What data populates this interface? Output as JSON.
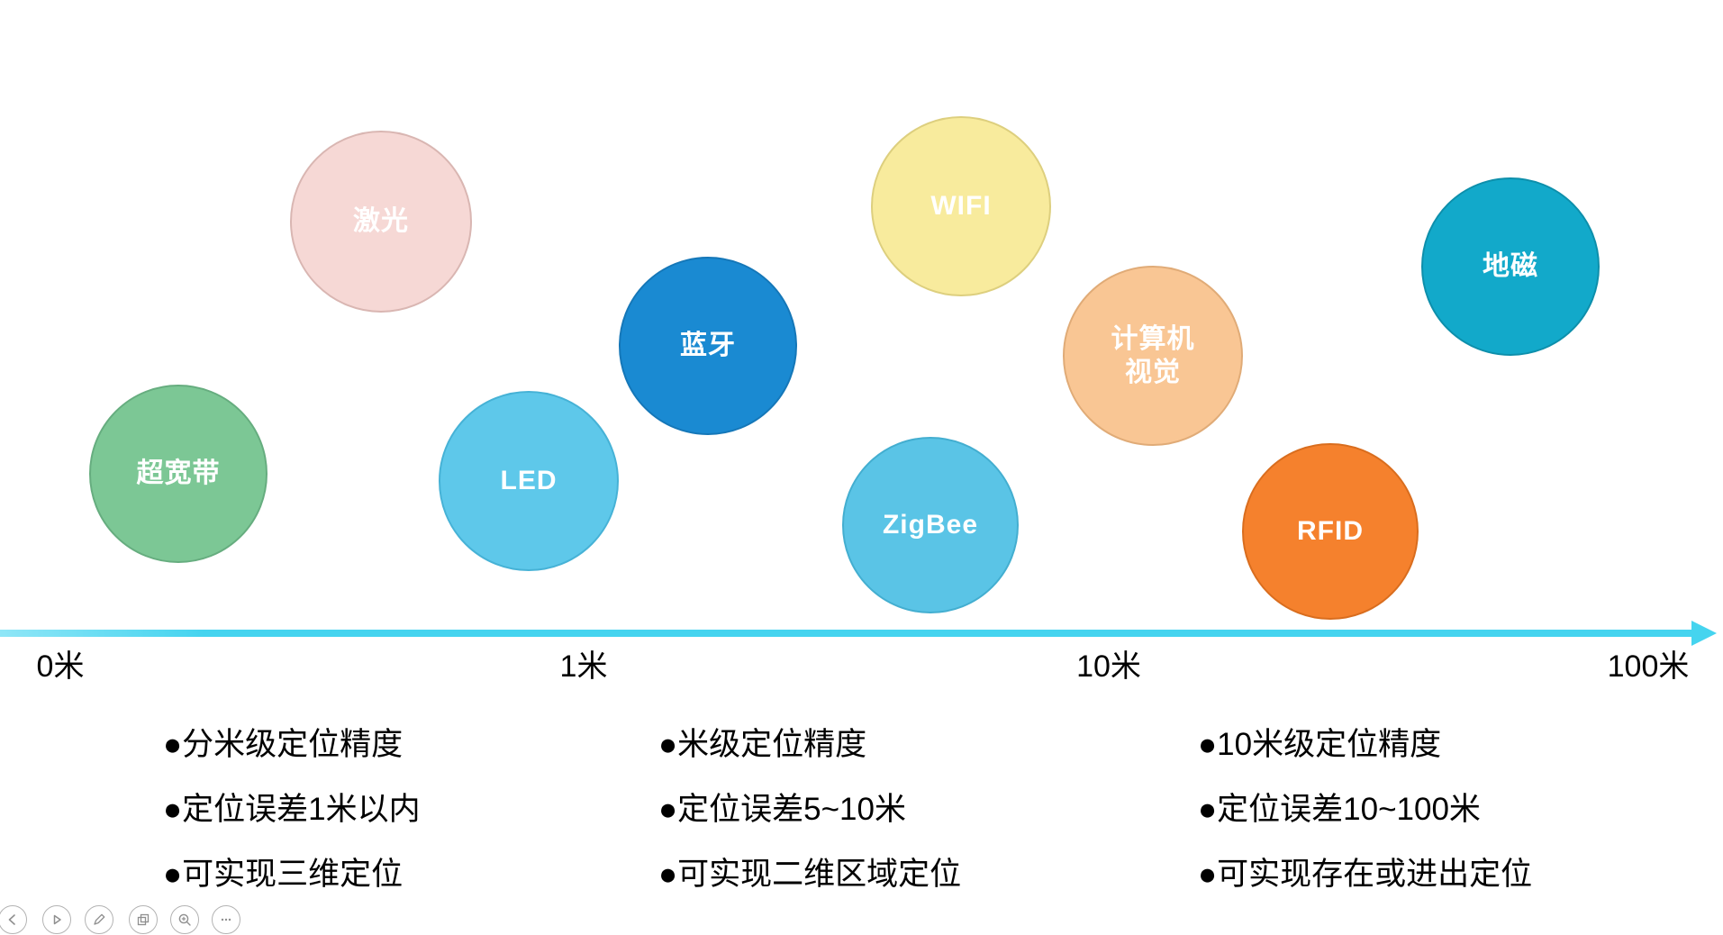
{
  "bubbles": [
    {
      "name": "laser",
      "label": "激光",
      "fill": "#f6d8d5",
      "border": "#d9b6b2",
      "text_color": "#ffffff"
    },
    {
      "name": "uwb",
      "label": "超宽带",
      "fill": "#7cc795",
      "border": "#66ad7f",
      "text_color": "#ffffff"
    },
    {
      "name": "led",
      "label": "LED",
      "fill": "#5ec8ea",
      "border": "#46b2d6",
      "text_color": "#ffffff"
    },
    {
      "name": "bluetooth",
      "label": "蓝牙",
      "fill": "#1a8ad2",
      "border": "#1577b8",
      "text_color": "#ffffff"
    },
    {
      "name": "wifi",
      "label": "WIFI",
      "fill": "#f8eb9d",
      "border": "#ddcf7e",
      "text_color": "#ffffff"
    },
    {
      "name": "zigbee",
      "label": "ZigBee",
      "fill": "#5ac4e6",
      "border": "#43aed0",
      "text_color": "#ffffff"
    },
    {
      "name": "computer-vision",
      "label": "计算机\n视觉",
      "fill": "#f9c694",
      "border": "#e0ab77",
      "text_color": "#ffffff"
    },
    {
      "name": "rfid",
      "label": "RFID",
      "fill": "#f5812d",
      "border": "#d96d1e",
      "text_color": "#ffffff"
    },
    {
      "name": "geomagnetic",
      "label": "地磁",
      "fill": "#12a9ca",
      "border": "#0d8fab",
      "text_color": "#ffffff"
    }
  ],
  "axis": {
    "color": "#45d4ef",
    "tick_labels": [
      "0米",
      "1米",
      "10米",
      "100米"
    ]
  },
  "notes": {
    "col1": [
      "●分米级定位精度",
      "●定位误差1米以内",
      "●可实现三维定位"
    ],
    "col2": [
      "●米级定位精度",
      "●定位误差5~10米",
      "●可实现二维区域定位"
    ],
    "col3": [
      "●10米级定位精度",
      "●定位误差10~100米",
      "●可实现存在或进出定位"
    ]
  },
  "toolbar": {
    "icon_color": "#8f8f8f",
    "buttons": [
      {
        "name": "previous",
        "icon": "chevron-left-icon"
      },
      {
        "name": "play",
        "icon": "play-icon"
      },
      {
        "name": "pen",
        "icon": "pen-icon"
      },
      {
        "name": "slides",
        "icon": "copy-icon"
      },
      {
        "name": "zoom",
        "icon": "magnifier-plus-icon"
      },
      {
        "name": "more",
        "icon": "ellipsis-icon"
      }
    ]
  }
}
